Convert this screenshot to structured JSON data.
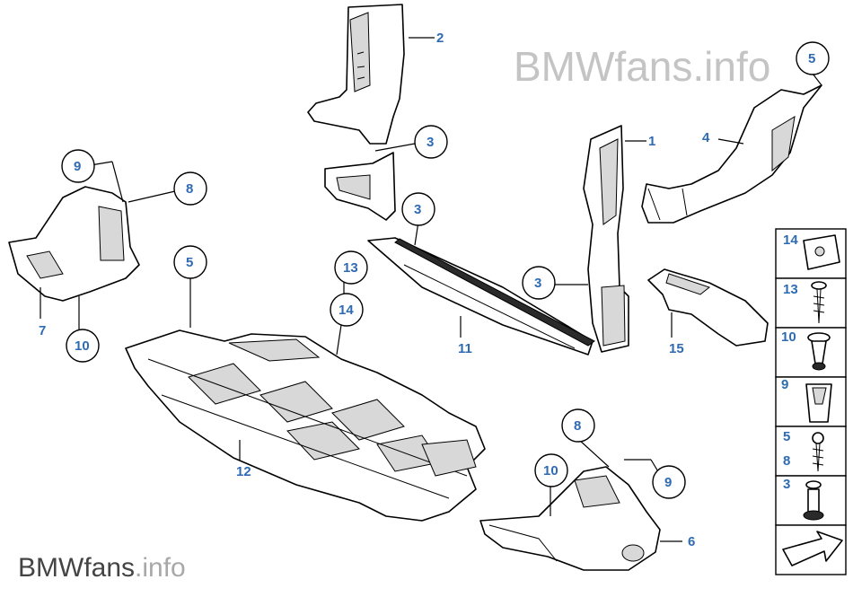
{
  "watermark": {
    "top": "BMWfans.info",
    "bottom_brand": "BMWfans",
    "bottom_suffix": ".info"
  },
  "callouts": {
    "c1": "1",
    "c2": "2",
    "c3a": "3",
    "c3b": "3",
    "c3c": "3",
    "c4": "4",
    "c5a": "5",
    "c5b": "5",
    "c6": "6",
    "c7": "7",
    "c8a": "8",
    "c8b": "8",
    "c9a": "9",
    "c9b": "9",
    "c10a": "10",
    "c10b": "10",
    "c11": "11",
    "c12": "12",
    "c13": "13",
    "c14": "14",
    "c15": "15"
  },
  "legend": {
    "items": [
      "14",
      "13",
      "10",
      "9",
      "5",
      "8",
      "3"
    ]
  }
}
